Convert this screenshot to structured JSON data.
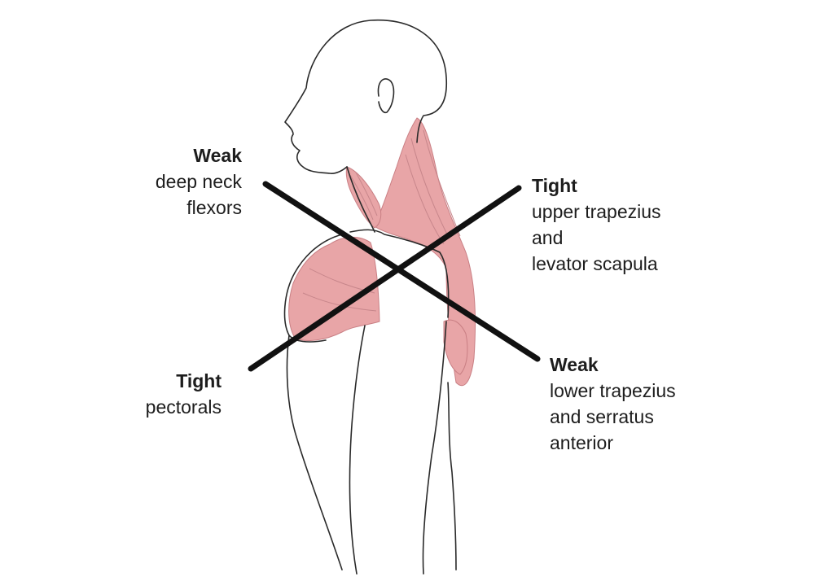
{
  "labels": {
    "weak_neck": {
      "heading": "Weak",
      "lines": [
        "deep neck",
        "flexors"
      ]
    },
    "tight_trap": {
      "heading": "Tight",
      "lines": [
        "upper trapezius",
        "and",
        "levator scapula"
      ]
    },
    "weak_lower": {
      "heading": "Weak",
      "lines": [
        "lower trapezius",
        "and serratus",
        "anterior"
      ]
    },
    "tight_pec": {
      "heading": "Tight",
      "lines": [
        "pectorals"
      ]
    }
  },
  "colors": {
    "muscle": "#e8a5a7",
    "muscle_dark": "#d98a8e",
    "outline": "#2a2a2a",
    "cross_line": "#111111",
    "text": "#1d1d1d"
  }
}
